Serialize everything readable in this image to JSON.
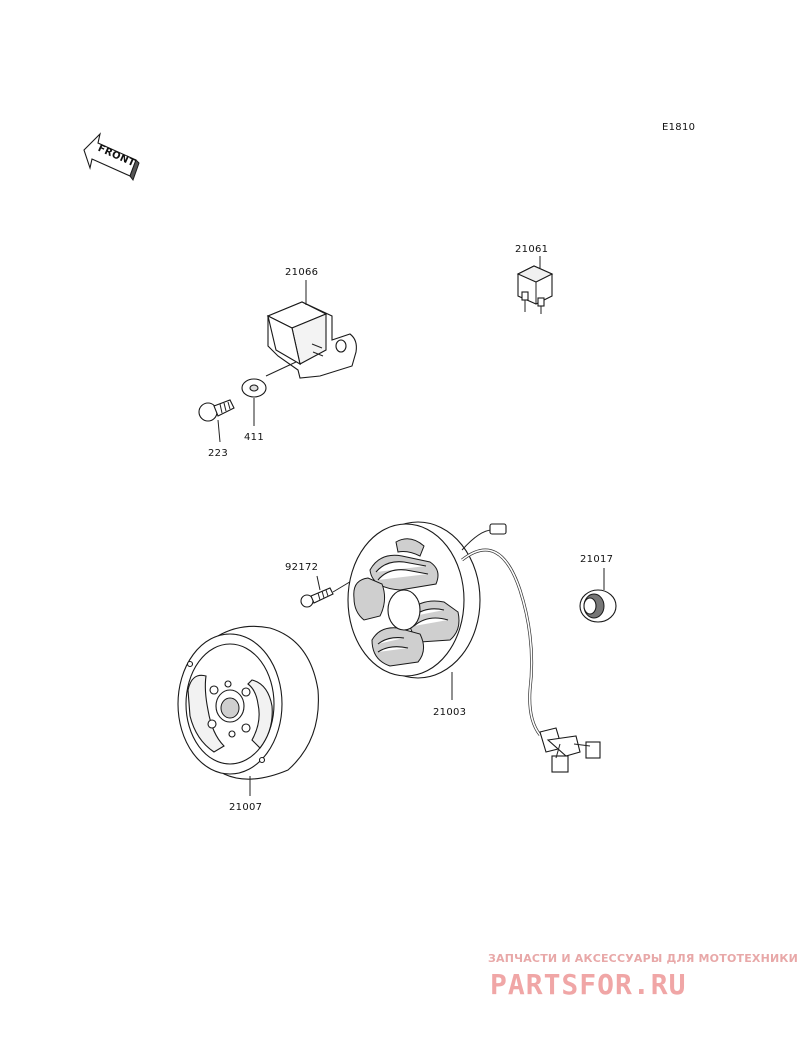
{
  "diagram_code": "E1810",
  "front_arrow_label": "FRONT",
  "parts": [
    {
      "id": "p-21066",
      "number": "21066"
    },
    {
      "id": "p-21061",
      "number": "21061"
    },
    {
      "id": "p-411",
      "number": "411"
    },
    {
      "id": "p-223",
      "number": "223"
    },
    {
      "id": "p-92172",
      "number": "92172"
    },
    {
      "id": "p-21017",
      "number": "21017"
    },
    {
      "id": "p-21003",
      "number": "21003"
    },
    {
      "id": "p-21007",
      "number": "21007"
    }
  ],
  "watermark": {
    "tagline": "ЗАПЧАСТИ И АКСЕССУАРЫ ДЛЯ МОТОТЕХНИКИ",
    "brand": "PARTSFOR.RU",
    "color": "#f0a6a6"
  }
}
